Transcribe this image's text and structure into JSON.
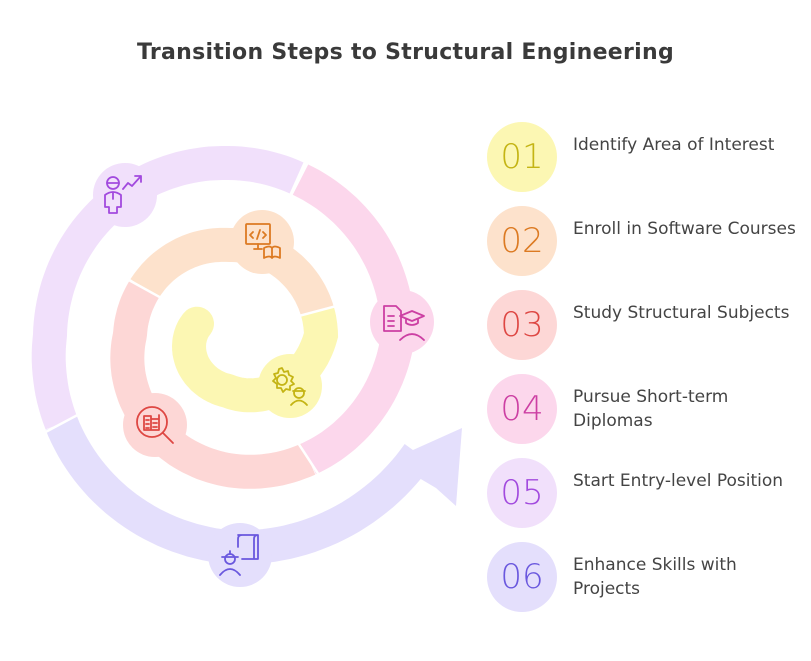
{
  "title": "Transition Steps to Structural Engineering",
  "steps": [
    {
      "number": "01",
      "label": "Identify Area of Interest",
      "fill": "#fcf7b3",
      "ink": "#c4b414",
      "icon": "gear-engineer-icon"
    },
    {
      "number": "02",
      "label": "Enroll in Software Courses",
      "fill": "#fde2cc",
      "ink": "#dc7a22",
      "icon": "code-monitor-book-icon"
    },
    {
      "number": "03",
      "label": "Study Structural Subjects",
      "fill": "#fdd7d6",
      "ink": "#de4743",
      "icon": "building-search-icon"
    },
    {
      "number": "04",
      "label": "Pursue Short-term Diplomas",
      "fill": "#fcd7ec",
      "ink": "#cc3fa3",
      "icon": "document-graduate-icon"
    },
    {
      "number": "05",
      "label": "Start Entry-level Position",
      "fill": "#f1e0fb",
      "ink": "#a24ade",
      "icon": "person-growth-icon"
    },
    {
      "number": "06",
      "label": "Enhance Skills with Projects",
      "fill": "#e4dffc",
      "ink": "#6a58de",
      "icon": "engineer-blueprint-icon"
    }
  ]
}
